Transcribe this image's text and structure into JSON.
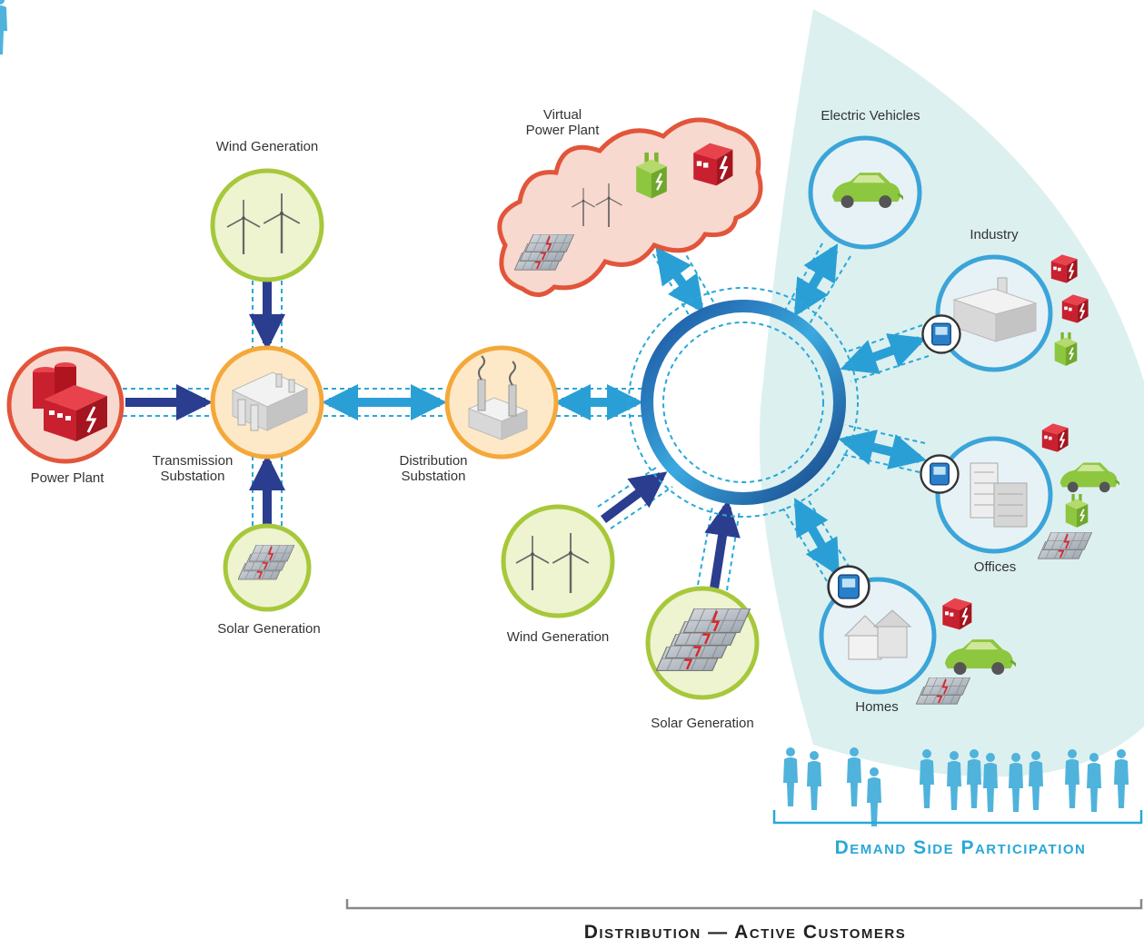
{
  "labels": {
    "power_plant": "Power Plant",
    "transmission_substation": [
      "Transmission",
      "Substation"
    ],
    "wind_generation_top": "Wind Generation",
    "solar_generation_left": "Solar Generation",
    "distribution_substation": [
      "Distribution",
      "Substation"
    ],
    "virtual_power_plant": [
      "Virtual",
      "Power Plant"
    ],
    "wind_generation_bottom": "Wind Generation",
    "solar_generation_bottom": "Solar Generation",
    "electric_vehicles": "Electric Vehicles",
    "industry": "Industry",
    "offices": "Offices",
    "homes": "Homes"
  },
  "sections": {
    "demand_side": "Demand Side Participation",
    "distribution": "Distribution — Active Customers"
  },
  "colors": {
    "arrow_dark": "#2b3d8f",
    "arrow_light": "#2a9fd6",
    "dashed_line": "#29a8d8",
    "generation_ring": "#a6c83a",
    "generation_fill": "#eef3d0",
    "substation_ring": "#f4a83a",
    "substation_fill": "#fde9c8",
    "power_plant_ring": "#e2553a",
    "power_plant_fill": "#f7d9cf",
    "customer_ring": "#3ba4d8",
    "customer_fill": "#e7f2f7",
    "demand_zone": "#dcf0f0",
    "storage_red": "#c8202e",
    "charger_green": "#8dc63f"
  },
  "icons": [
    "power-plant-icon",
    "substation-icon",
    "transformer-icon",
    "wind-turbine-icon",
    "solar-panel-icon",
    "electric-car-icon",
    "factory-icon",
    "office-building-icon",
    "house-icon",
    "smart-meter-icon",
    "battery-storage-icon",
    "plug-charger-icon",
    "people-icon"
  ]
}
